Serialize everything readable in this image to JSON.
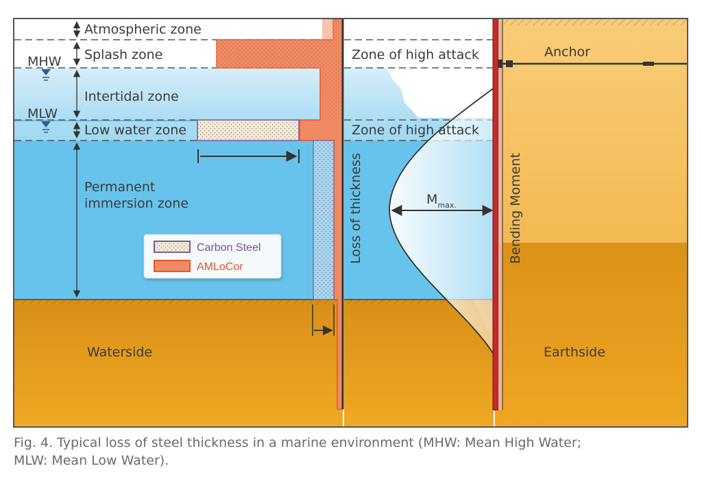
{
  "zones": {
    "atmospheric": "Atmospheric zone",
    "splash": "Splash zone",
    "intertidal": "Intertidal zone",
    "low_water": "Low water zone",
    "permanent_line1": "Permanent",
    "permanent_line2": "immersion zone"
  },
  "water_levels": {
    "mhw": "MHW",
    "mlw": "MLW"
  },
  "attack_zones": {
    "upper": "Zone of high attack",
    "lower": "Zone of high attack"
  },
  "axis_labels": {
    "loss_of_thickness": "Loss of thickness",
    "bending_moment": "Bending Moment"
  },
  "moment": {
    "symbol": "M",
    "subscript": "max."
  },
  "sides": {
    "waterside": "Waterside",
    "earthside": "Earthside",
    "anchor": "Anchor"
  },
  "legend": {
    "carbon_steel": "Carbon Steel",
    "amlocor": "AMLoCor"
  },
  "caption": {
    "line1": "Fig. 4.  Typical loss of steel thickness in a marine environment (MHW: Mean High Water;",
    "line2": "MLW: Mean Low Water)."
  },
  "colors": {
    "water": "#6ec3ea",
    "soil": "#e49a1c",
    "earth_upper": "#f6bc5c",
    "amlocor": "#ef8a63",
    "amlocor_edge": "#e8552a",
    "carbon_steel": "#f1ead6",
    "carbon_edge": "#7a5a9a",
    "pile_red": "#c62a2a",
    "frame": "#4a4a4a"
  }
}
